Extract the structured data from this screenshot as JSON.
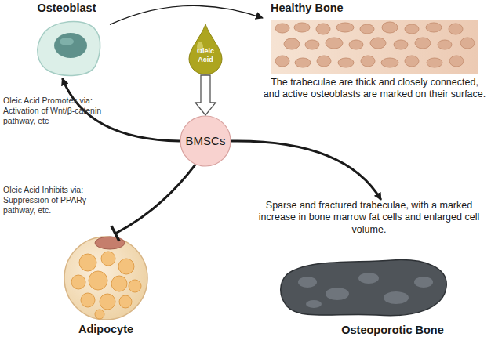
{
  "diagram": {
    "nodes": [
      {
        "text": [
          "Osteoblast"
        ]
      },
      {
        "text": [
          "Healthy Bone",
          "The trabeculae are thick and closely connected, and active osteoblasts are marked on their surface."
        ]
      },
      {
        "text": [
          "Oleic Acid"
        ]
      },
      {
        "text": [
          "BMSCs"
        ]
      },
      {
        "text": [
          "Adipocyte"
        ]
      },
      {
        "text": [
          "Sparse and fractured trabeculae, with a marked increase in bone marrow fat cells and enlarged cell volume.",
          "Osteoporotic Bone"
        ]
      }
    ],
    "edges": [
      {
        "from": 0,
        "to": 1,
        "arrow": "to"
      },
      {
        "from": 2,
        "to": 3,
        "arrow": "to"
      },
      {
        "from": 3,
        "to": 0,
        "arrow": "to",
        "label": "Oleic Acid Promotes via: Activation of Wnt/β-catenin pathway, etc"
      },
      {
        "from": 3,
        "to": 4,
        "arrow": "to",
        "label": "Oleic Acid Inhibits via: Suppression of PPARγ pathway, etc."
      },
      {
        "from": 3,
        "to": 5,
        "arrow": "to"
      }
    ]
  }
}
